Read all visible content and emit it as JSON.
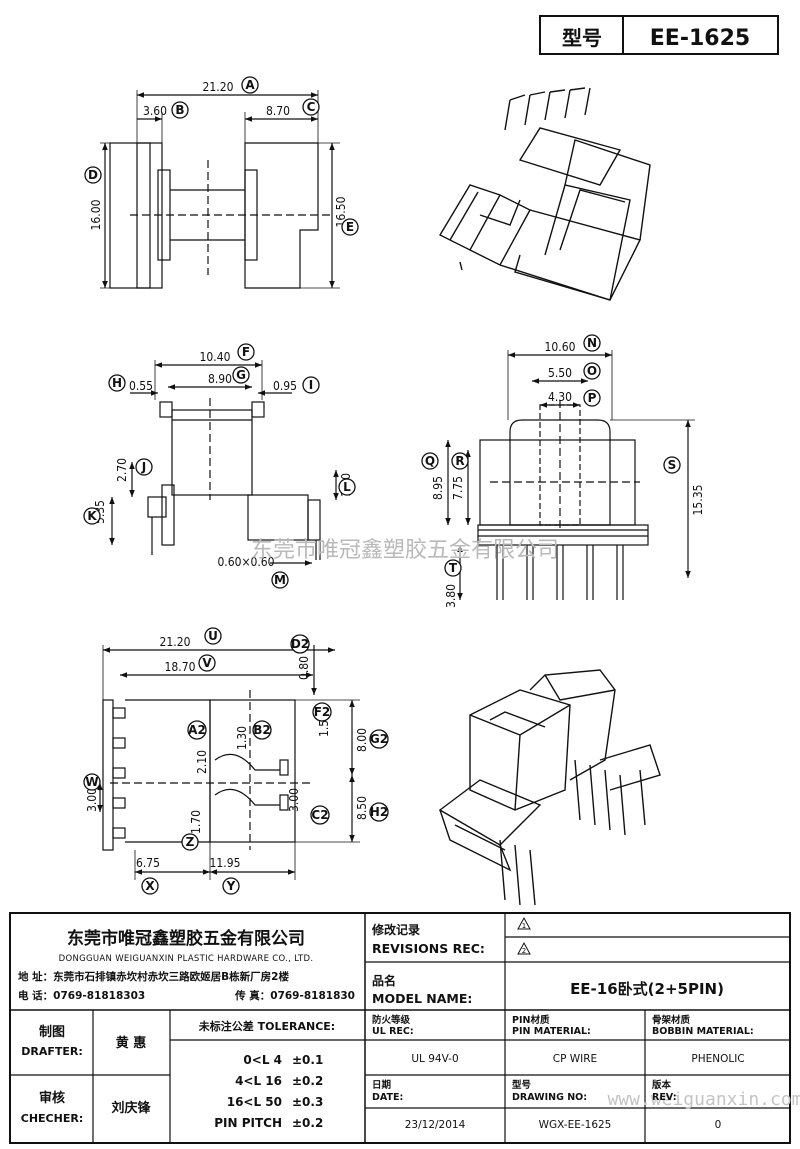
{
  "header": {
    "type_label": "型号",
    "part_no": "EE-1625"
  },
  "dims": {
    "a": "21.20",
    "b": "3.60",
    "c": "8.70",
    "d": "16.00",
    "e": "16.50",
    "f": "10.40",
    "g": "8.90",
    "h": "0.55",
    "i": "0.95",
    "j": "2.70",
    "k": "5.35",
    "l": "1.70",
    "m": "0.60×0.60",
    "n": "10.60",
    "o": "5.50",
    "p": "4.30",
    "q": "8.95",
    "r": "7.75",
    "s": "15.35",
    "t": "3.80",
    "u": "21.20",
    "v": "18.70",
    "d2": "0.80",
    "f2": "1.50",
    "g2": "8.00",
    "a2": "2.10",
    "b2": "1.30",
    "h2": "8.50",
    "w": "3.00",
    "z": "1.70",
    "c2": "3.00",
    "x": "6.75",
    "y": "11.95"
  },
  "letters": {
    "a": "A",
    "b": "B",
    "c": "C",
    "d": "D",
    "e": "E",
    "f": "F",
    "g": "G",
    "h": "H",
    "i": "I",
    "j": "J",
    "k": "K",
    "l": "L",
    "m": "M",
    "n": "N",
    "o": "O",
    "p": "P",
    "q": "Q",
    "r": "R",
    "s": "S",
    "t": "T",
    "u": "U",
    "v": "V",
    "d2": "D2",
    "f2": "F2",
    "g2": "G2",
    "a2": "A2",
    "b2": "B2",
    "h2": "H2",
    "w": "W",
    "z": "Z",
    "c2": "C2",
    "x": "X",
    "y": "Y"
  },
  "watermark": {
    "company": "东莞市唯冠鑫塑胶五金有限公司",
    "url": "www.weiguanxin.com"
  },
  "company": {
    "name_cn": "东莞市唯冠鑫塑胶五金有限公司",
    "name_en": "DONGGUAN WEIGUANXIN PLASTIC HARDWARE CO., LTD.",
    "address": "地 址：东莞市石排镇赤坎村赤坎三路欧姬居B栋新厂房2楼",
    "phone": "电 话：0769-81818303",
    "fax": "传 真：0769-8181830"
  },
  "revisions": {
    "label_cn": "修改记录",
    "label_en": "REVISIONS REC:",
    "marks": [
      "1",
      "2"
    ]
  },
  "model": {
    "label_cn": "品名",
    "label_en": "MODEL NAME:",
    "value": "EE-16卧式(2+5PIN)"
  },
  "drafter": {
    "label_cn": "制图",
    "label_en": "DRAFTER:",
    "name": "黄 惠"
  },
  "checker": {
    "label_cn": "审核",
    "label_en": "CHECHER:",
    "name": "刘庆锋"
  },
  "tolerance": {
    "label": "未标注公差 TOLERANCE:",
    "rows": [
      {
        "range": "0<L  4",
        "value": "±0.1"
      },
      {
        "range": "4<L  16",
        "value": "±0.2"
      },
      {
        "range": "16<L  50",
        "value": "±0.3"
      },
      {
        "range": "PIN PITCH",
        "value": "±0.2"
      }
    ]
  },
  "specs": {
    "ul_rec_cn": "防火等级",
    "ul_rec_en": "UL REC:",
    "ul_rec": "UL 94V-0",
    "pin_material_cn": "PIN材质",
    "pin_material_en": "PIN MATERIAL:",
    "pin_material": "CP WIRE",
    "bobbin_material_cn": "骨架材质",
    "bobbin_material_en": "BOBBIN MATERIAL:",
    "bobbin_material": "PHENOLIC",
    "date_cn": "日期",
    "date_en": "DATE:",
    "date": "23/12/2014",
    "drawing_no_cn": "型号",
    "drawing_no_en": "DRAWING NO:",
    "drawing_no": "WGX-EE-1625",
    "rev_cn": "版本",
    "rev_en": "REV:",
    "rev": "0"
  }
}
